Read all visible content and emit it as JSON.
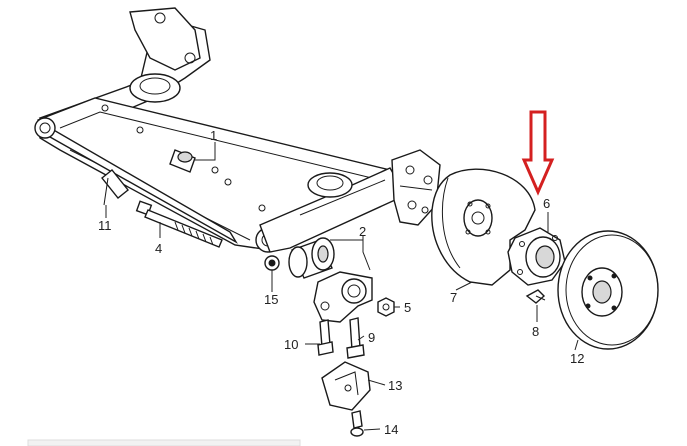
{
  "diagram": {
    "callouts": [
      {
        "id": "1",
        "text": "1"
      },
      {
        "id": "2",
        "text": "2"
      },
      {
        "id": "4",
        "text": "4"
      },
      {
        "id": "5",
        "text": "5"
      },
      {
        "id": "6",
        "text": "6"
      },
      {
        "id": "7",
        "text": "7"
      },
      {
        "id": "8",
        "text": "8"
      },
      {
        "id": "9",
        "text": "9"
      },
      {
        "id": "10",
        "text": "10"
      },
      {
        "id": "11",
        "text": "11"
      },
      {
        "id": "12",
        "text": "12"
      },
      {
        "id": "13",
        "text": "13"
      },
      {
        "id": "14",
        "text": "14"
      },
      {
        "id": "15",
        "text": "15"
      }
    ],
    "highlight_arrow": {
      "color": "#d42020",
      "points_to": "6"
    },
    "line_color": "#1a1a1a"
  }
}
